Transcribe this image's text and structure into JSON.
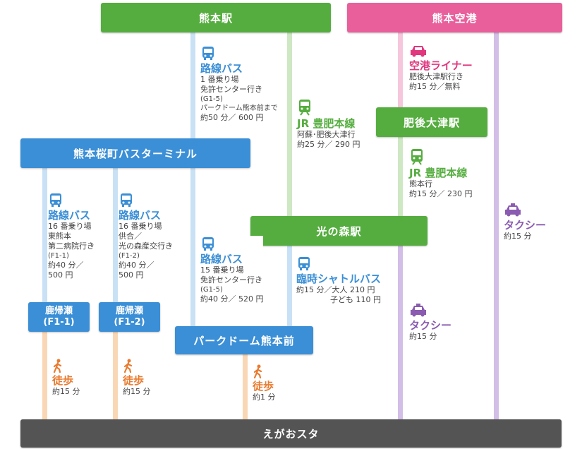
{
  "stations": {
    "kumamoto": "熊本駅",
    "airport": "熊本空港",
    "higo_ozu": "肥後大津駅",
    "sakuramachi": "熊本桜町バスターミナル",
    "hikarinomori": "光の森駅",
    "kagaese1": {
      "name": "鹿帰瀬",
      "code": "(F1-1)"
    },
    "kagaese2": {
      "name": "鹿帰瀬",
      "code": "(F1-2)"
    },
    "parkdome": "パークドーム熊本前",
    "egaosuta": "えがおスタ"
  },
  "routes": {
    "kumamoto_bus": {
      "mode": "路線バス",
      "lines": [
        "1 番乗り場",
        "免許センター行き",
        "(G1-5)",
        "パークドーム熊本前まで",
        "約50 分／ 600 円"
      ]
    },
    "kumamoto_jr": {
      "mode": "JR 豊肥本線",
      "lines": [
        "阿蘇･肥後大津行",
        "約25 分／ 290 円"
      ]
    },
    "airport_liner": {
      "mode": "空港ライナー",
      "lines": [
        "肥後大津駅行き",
        "約15 分／無料"
      ]
    },
    "ozu_jr": {
      "mode": "JR 豊肥本線",
      "lines": [
        "熊本行",
        "約15 分／ 230 円"
      ]
    },
    "airport_taxi": {
      "mode": "タクシー",
      "lines": [
        "約15 分"
      ]
    },
    "sakura_bus1": {
      "mode": "路線バス",
      "lines": [
        "16 番乗り場",
        "東熊本",
        "第二病院行き",
        "(F1-1)",
        "約40 分／",
        "500 円"
      ]
    },
    "sakura_bus2": {
      "mode": "路線バス",
      "lines": [
        "16 番乗り場",
        "供合／",
        "光の森産交行き",
        "(F1-2)",
        "約40 分／",
        "500 円"
      ]
    },
    "sakura_bus3": {
      "mode": "路線バス",
      "lines": [
        "15 番乗り場",
        "免許センター行き",
        "(G1-5)",
        "約40 分／ 520 円"
      ]
    },
    "shuttle": {
      "mode": "臨時シャトルバス",
      "lines": [
        "約15 分／大人 210 円",
        "子ども 110 円"
      ]
    },
    "ozu_taxi": {
      "mode": "タクシー",
      "lines": [
        "約15 分"
      ]
    },
    "walk1": {
      "mode": "徒歩",
      "lines": [
        "約15 分"
      ]
    },
    "walk2": {
      "mode": "徒歩",
      "lines": [
        "約15 分"
      ]
    },
    "walk3": {
      "mode": "徒歩",
      "lines": [
        "約1 分"
      ]
    }
  },
  "icons": {
    "bus": "bus-icon",
    "train": "train-icon",
    "car_pink": "car-icon",
    "taxi": "taxi-icon",
    "walk": "walking-icon"
  },
  "colors": {
    "green": "#55ad3f",
    "blue": "#3b8fd6",
    "pink": "#e85f9b",
    "gray": "#545454",
    "light_blue_line": "#c9e1f5",
    "light_green_line": "#cde8c2",
    "purple_line": "#d2bee6",
    "peach_line": "#f9d7b5"
  }
}
